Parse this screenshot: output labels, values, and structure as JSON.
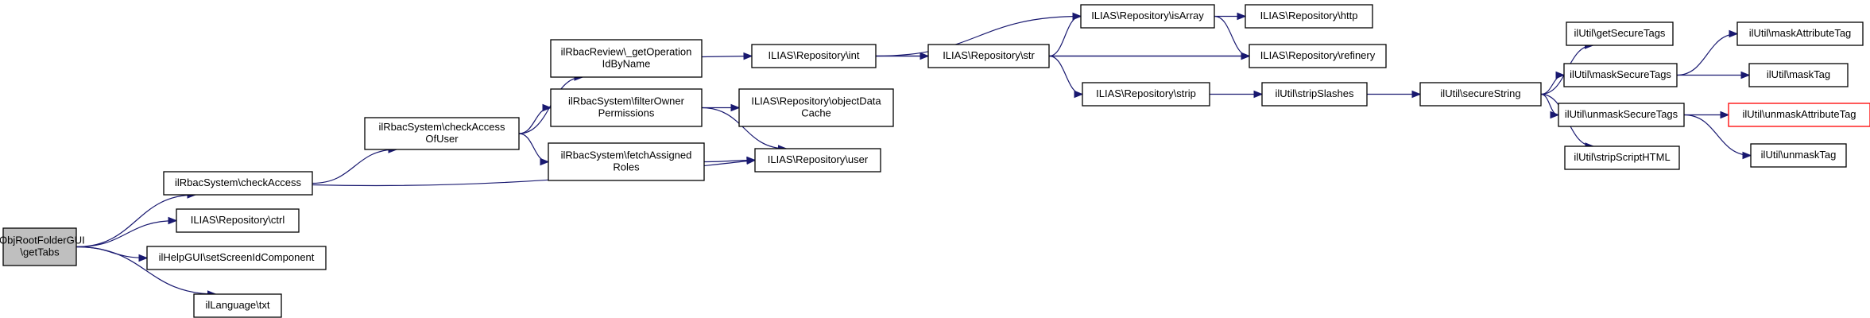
{
  "colors": {
    "edge": "#191970",
    "node_border": "#000000",
    "root_fill": "#bfbfbf",
    "highlight_border": "#ff0000",
    "background": "#ffffff"
  },
  "nodes": [
    {
      "id": "root",
      "lines": [
        "ilObjRootFolderGUI",
        "\\getTabs"
      ],
      "style": "root"
    },
    {
      "id": "checkAccess",
      "lines": [
        "ilRbacSystem\\checkAccess"
      ]
    },
    {
      "id": "ctrl",
      "lines": [
        "ILIAS\\Repository\\ctrl"
      ]
    },
    {
      "id": "setScreen",
      "lines": [
        "ilHelpGUI\\setScreenIdComponent"
      ]
    },
    {
      "id": "txt",
      "lines": [
        "ilLanguage\\txt"
      ]
    },
    {
      "id": "checkAccessOfUser",
      "lines": [
        "ilRbacSystem\\checkAccess",
        "OfUser"
      ]
    },
    {
      "id": "getOperation",
      "lines": [
        "ilRbacReview\\_getOperation",
        "IdByName"
      ]
    },
    {
      "id": "filterOwner",
      "lines": [
        "ilRbacSystem\\filterOwner",
        "Permissions"
      ]
    },
    {
      "id": "fetchAssigned",
      "lines": [
        "ilRbacSystem\\fetchAssigned",
        "Roles"
      ]
    },
    {
      "id": "int",
      "lines": [
        "ILIAS\\Repository\\int"
      ]
    },
    {
      "id": "objectDataCache",
      "lines": [
        "ILIAS\\Repository\\objectData",
        "Cache"
      ]
    },
    {
      "id": "user",
      "lines": [
        "ILIAS\\Repository\\user"
      ]
    },
    {
      "id": "isArray",
      "lines": [
        "ILIAS\\Repository\\isArray"
      ]
    },
    {
      "id": "str",
      "lines": [
        "ILIAS\\Repository\\str"
      ]
    },
    {
      "id": "strip",
      "lines": [
        "ILIAS\\Repository\\strip"
      ]
    },
    {
      "id": "http",
      "lines": [
        "ILIAS\\Repository\\http"
      ]
    },
    {
      "id": "refinery",
      "lines": [
        "ILIAS\\Repository\\refinery"
      ]
    },
    {
      "id": "stripSlashes",
      "lines": [
        "ilUtil\\stripSlashes"
      ]
    },
    {
      "id": "secureString",
      "lines": [
        "ilUtil\\secureString"
      ]
    },
    {
      "id": "getSecureTags",
      "lines": [
        "ilUtil\\getSecureTags"
      ]
    },
    {
      "id": "maskSecureTags",
      "lines": [
        "ilUtil\\maskSecureTags"
      ]
    },
    {
      "id": "unmaskSecureTags",
      "lines": [
        "ilUtil\\unmaskSecureTags"
      ]
    },
    {
      "id": "stripScriptHTML",
      "lines": [
        "ilUtil\\stripScriptHTML"
      ]
    },
    {
      "id": "maskAttributeTag",
      "lines": [
        "ilUtil\\maskAttributeTag"
      ]
    },
    {
      "id": "maskTag",
      "lines": [
        "ilUtil\\maskTag"
      ]
    },
    {
      "id": "unmaskAttributeTag",
      "lines": [
        "ilUtil\\unmaskAttributeTag"
      ],
      "style": "highlight"
    },
    {
      "id": "unmaskTag",
      "lines": [
        "ilUtil\\unmaskTag"
      ]
    }
  ],
  "edges": [
    {
      "from": "root",
      "to": "checkAccess"
    },
    {
      "from": "root",
      "to": "ctrl"
    },
    {
      "from": "root",
      "to": "setScreen"
    },
    {
      "from": "root",
      "to": "txt"
    },
    {
      "from": "checkAccess",
      "to": "checkAccessOfUser"
    },
    {
      "from": "checkAccess",
      "to": "user"
    },
    {
      "from": "checkAccessOfUser",
      "to": "getOperation"
    },
    {
      "from": "checkAccessOfUser",
      "to": "filterOwner"
    },
    {
      "from": "checkAccessOfUser",
      "to": "fetchAssigned"
    },
    {
      "from": "getOperation",
      "to": "int"
    },
    {
      "from": "filterOwner",
      "to": "objectDataCache"
    },
    {
      "from": "filterOwner",
      "to": "user"
    },
    {
      "from": "fetchAssigned",
      "to": "user"
    },
    {
      "from": "int",
      "to": "isArray"
    },
    {
      "from": "int",
      "to": "str"
    },
    {
      "from": "int",
      "to": "refinery"
    },
    {
      "from": "isArray",
      "to": "http"
    },
    {
      "from": "isArray",
      "to": "refinery"
    },
    {
      "from": "str",
      "to": "isArray"
    },
    {
      "from": "str",
      "to": "refinery"
    },
    {
      "from": "str",
      "to": "strip"
    },
    {
      "from": "strip",
      "to": "stripSlashes"
    },
    {
      "from": "stripSlashes",
      "to": "secureString"
    },
    {
      "from": "secureString",
      "to": "getSecureTags"
    },
    {
      "from": "secureString",
      "to": "maskSecureTags"
    },
    {
      "from": "secureString",
      "to": "unmaskSecureTags"
    },
    {
      "from": "secureString",
      "to": "stripScriptHTML"
    },
    {
      "from": "maskSecureTags",
      "to": "maskAttributeTag"
    },
    {
      "from": "maskSecureTags",
      "to": "maskTag"
    },
    {
      "from": "unmaskSecureTags",
      "to": "unmaskAttributeTag"
    },
    {
      "from": "unmaskSecureTags",
      "to": "unmaskTag"
    }
  ]
}
